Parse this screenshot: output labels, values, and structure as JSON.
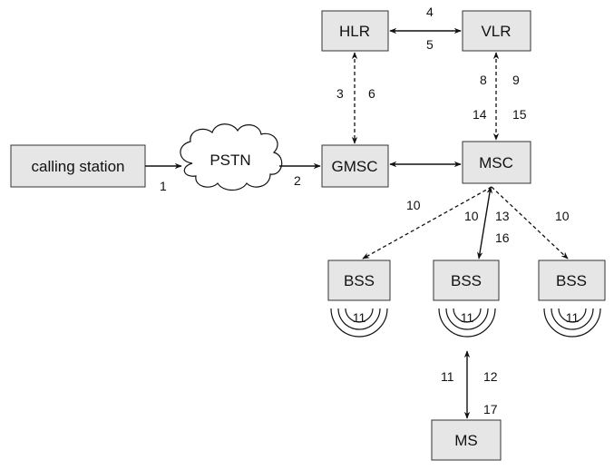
{
  "nodes": {
    "hlr": "HLR",
    "vlr": "VLR",
    "calling_station": "calling station",
    "pstn": "PSTN",
    "gmsc": "GMSC",
    "msc": "MSC",
    "bss_left": "BSS",
    "bss_center": "BSS",
    "bss_right": "BSS",
    "ms": "MS"
  },
  "step_labels": {
    "s1": "1",
    "s2": "2",
    "s3": "3",
    "s4": "4",
    "s5": "5",
    "s6": "6",
    "s8": "8",
    "s9": "9",
    "s10_left": "10",
    "s10_center": "10",
    "s10_right": "10",
    "s11_left": "11",
    "s11_center": "11",
    "s11_right": "11",
    "s11_ms": "11",
    "s12": "12",
    "s13": "13",
    "s14": "14",
    "s15": "15",
    "s16": "16",
    "s17": "17"
  }
}
